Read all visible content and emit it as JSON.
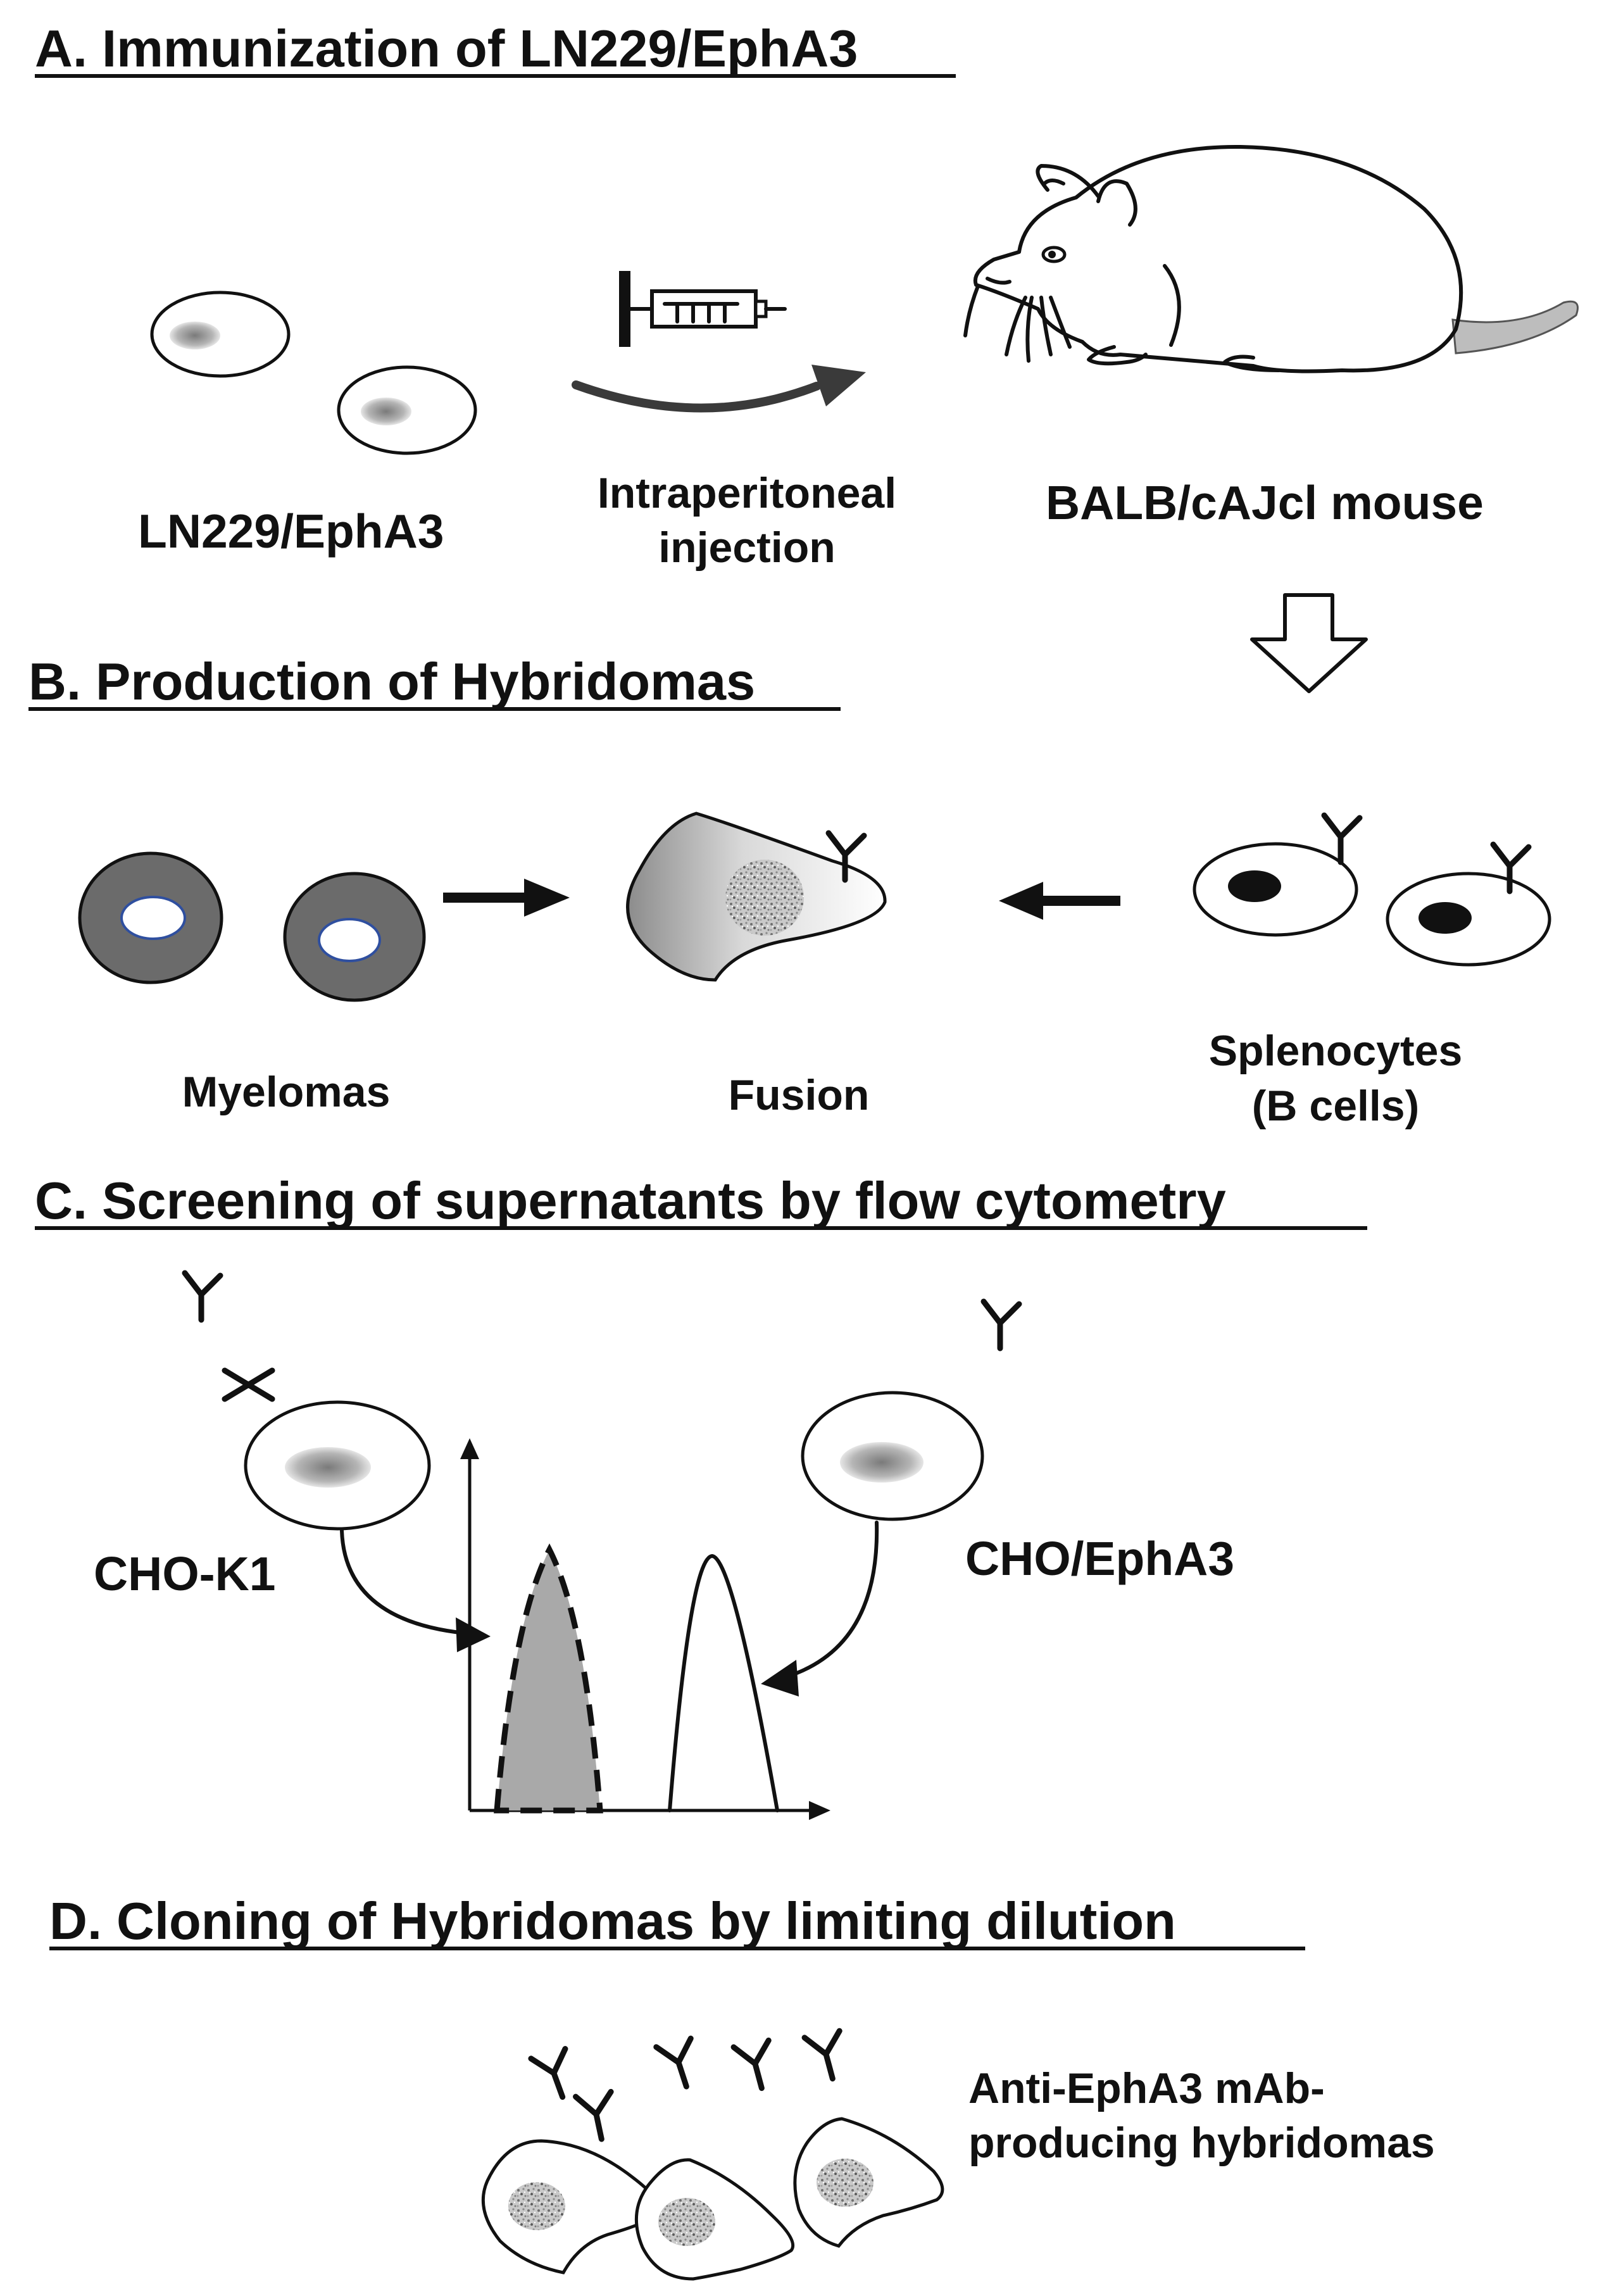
{
  "sections": {
    "a": {
      "title": "A. Immunization of LN229/EphA3",
      "cells_label": "LN229/EphA3",
      "injection_label_line1": "Intraperitoneal",
      "injection_label_line2": "injection",
      "mouse_label": "BALB/cAJcl mouse"
    },
    "b": {
      "title": "B. Production of Hybridomas",
      "myelomas_label": "Myelomas",
      "fusion_label": "Fusion",
      "splenocytes_label_line1": "Splenocytes",
      "splenocytes_label_line2": "(B cells)"
    },
    "c": {
      "title": "C. Screening of supernatants by flow cytometry",
      "negative_label": "CHO-K1",
      "positive_label": "CHO/EphA3"
    },
    "d": {
      "title": "D. Cloning of Hybridomas by limiting dilution",
      "result_label_line1": "Anti-EphA3 mAb-",
      "result_label_line2": "producing hybridomas"
    }
  },
  "colors": {
    "ink": "#111111",
    "myeloma_fill": "#6b6b6b",
    "nucleus_blue": "#2f4f9f",
    "negative_histogram_fill": "#a9a9a9",
    "mouse_tail": "#bdbdbd"
  }
}
